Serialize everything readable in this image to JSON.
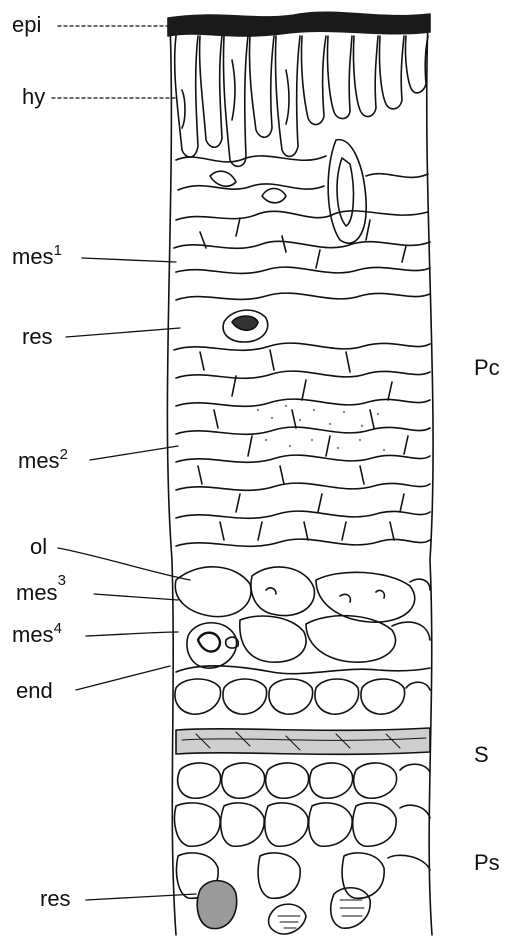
{
  "labels": {
    "epi": "epi",
    "hy": "hy",
    "mes1": "mes",
    "mes1_sup": "1",
    "res_upper": "res",
    "mes2": "mes",
    "mes2_sup": "2",
    "ol": "ol",
    "mes3": "mes",
    "mes3_sup": "3",
    "mes4": "mes",
    "mes4_sup": "4",
    "end": "end",
    "res_lower": "res"
  },
  "zones": {
    "pc": "Pc",
    "s": "S",
    "ps": "Ps"
  },
  "colors": {
    "ink": "#111111",
    "epidermis": "#1a1a1a",
    "stipple": "#8a8a8a",
    "background": "#ffffff"
  }
}
